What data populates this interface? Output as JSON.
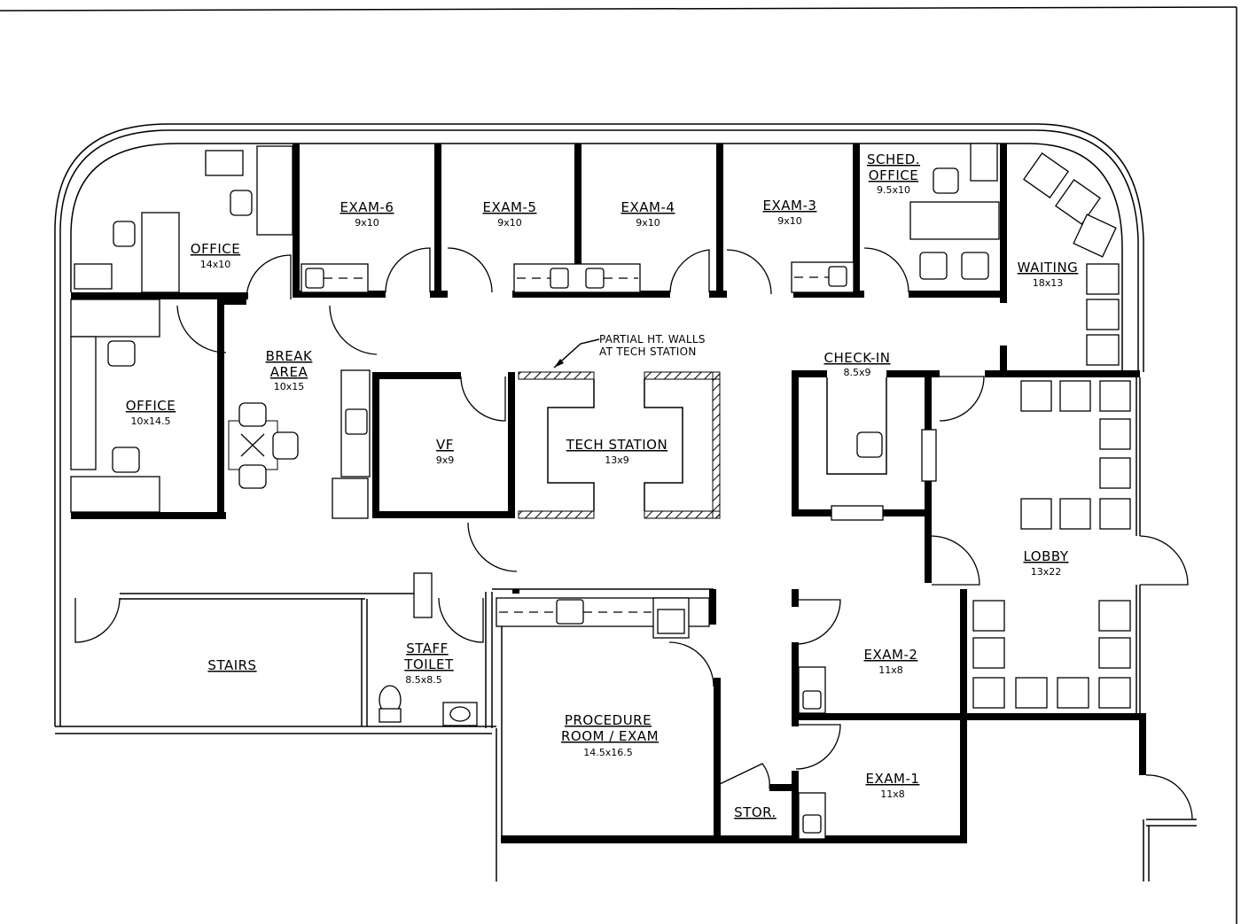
{
  "plan": {
    "note": {
      "line1": "PARTIAL HT. WALLS",
      "line2": "AT TECH STATION"
    },
    "rooms": {
      "office_nw": {
        "name": "OFFICE",
        "size": "14x10"
      },
      "exam6": {
        "name": "EXAM-6",
        "size": "9x10"
      },
      "exam5": {
        "name": "EXAM-5",
        "size": "9x10"
      },
      "exam4": {
        "name": "EXAM-4",
        "size": "9x10"
      },
      "exam3": {
        "name": "EXAM-3",
        "size": "9x10"
      },
      "sched_office": {
        "name1": "SCHED.",
        "name2": "OFFICE",
        "size": "9.5x10"
      },
      "waiting": {
        "name": "WAITING",
        "size": "18x13"
      },
      "office_w": {
        "name": "OFFICE",
        "size": "10x14.5"
      },
      "break_area": {
        "name1": "BREAK",
        "name2": "AREA",
        "size": "10x15"
      },
      "vf": {
        "name": "VF",
        "size": "9x9"
      },
      "tech_station": {
        "name": "TECH STATION",
        "size": "13x9"
      },
      "check_in": {
        "name": "CHECK-IN",
        "size": "8.5x9"
      },
      "lobby": {
        "name": "LOBBY",
        "size": "13x22"
      },
      "stairs": {
        "name": "STAIRS"
      },
      "staff_toilet": {
        "name1": "STAFF",
        "name2": "TOILET",
        "size": "8.5x8.5"
      },
      "procedure": {
        "name1": "PROCEDURE",
        "name2": "ROOM / EXAM",
        "size": "14.5x16.5"
      },
      "exam2": {
        "name": "EXAM-2",
        "size": "11x8"
      },
      "exam1": {
        "name": "EXAM-1",
        "size": "11x8"
      },
      "stor": {
        "name": "STOR."
      }
    }
  }
}
